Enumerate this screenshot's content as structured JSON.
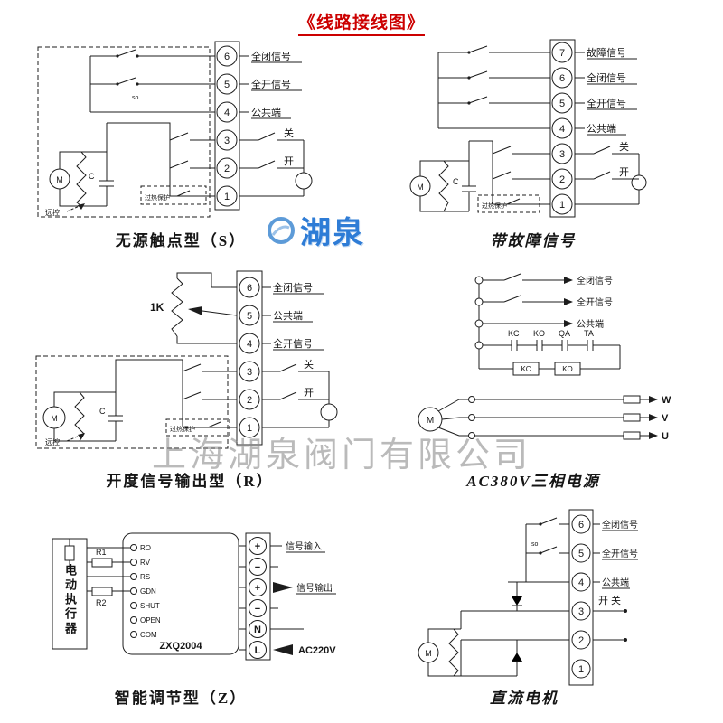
{
  "title": "《线路接线图》",
  "watermark": {
    "logo_text": "湖泉",
    "company": "上海湖泉阀门有限公司"
  },
  "panel_s": {
    "caption": "无源触点型（S）",
    "terminals": [
      "6",
      "5",
      "4",
      "3",
      "2",
      "1"
    ],
    "label_full_close": "全闭信号",
    "label_full_open": "全开信号",
    "label_common": "公共端",
    "label_close": "关",
    "label_open": "开",
    "motor": "M",
    "capacitor": "C",
    "switch_tag": "so",
    "remote": "远控",
    "overheat": "过热保护"
  },
  "panel_fault": {
    "caption": "带故障信号",
    "terminals": [
      "7",
      "6",
      "5",
      "4",
      "3",
      "2",
      "1"
    ],
    "label_fault": "故障信号",
    "label_full_close": "全闭信号",
    "label_full_open": "全开信号",
    "label_common": "公共端",
    "label_close": "关",
    "label_open": "开",
    "motor": "M",
    "capacitor": "C",
    "overheat": "过热保护"
  },
  "panel_r": {
    "caption": "开度信号输出型（R）",
    "terminals": [
      "6",
      "5",
      "4",
      "3",
      "2",
      "1"
    ],
    "label_full_close": "全闭信号",
    "label_common": "公共端",
    "label_full_open": "全开信号",
    "label_close": "关",
    "label_open": "开",
    "pot": "1K",
    "motor": "M",
    "capacitor": "C",
    "remote": "远控",
    "overheat": "过热保护"
  },
  "panel_ac380": {
    "caption": "AC380V三相电源",
    "label_full_close": "全闭信号",
    "label_full_open": "全开信号",
    "label_common": "公共端",
    "contact_labels": [
      "KC",
      "KO",
      "QA",
      "TA"
    ],
    "coil_labels": [
      "KC",
      "KO"
    ],
    "phases": [
      "W",
      "V",
      "U"
    ],
    "motor": "M"
  },
  "panel_z": {
    "caption": "智能调节型（Z）",
    "actuator": "电动执行器",
    "module": "ZXQ2004",
    "pins": [
      "RO",
      "RV",
      "RS",
      "GDN",
      "SHUT",
      "OPEN",
      "COM"
    ],
    "r1": "R1",
    "r2": "R2",
    "terminals": [
      "+",
      "−",
      "+",
      "−",
      "N",
      "L"
    ],
    "label_signal_in": "信号输入",
    "label_signal_out": "信号输出",
    "label_power": "AC220V"
  },
  "panel_dc": {
    "caption": "直流电机",
    "terminals": [
      "6",
      "5",
      "4",
      "3",
      "2",
      "1"
    ],
    "label_full_close": "全闭信号",
    "label_full_open": "全开信号",
    "label_common": "公共端",
    "label_open_close": "开  关",
    "motor": "M",
    "switch_tag": "so"
  }
}
